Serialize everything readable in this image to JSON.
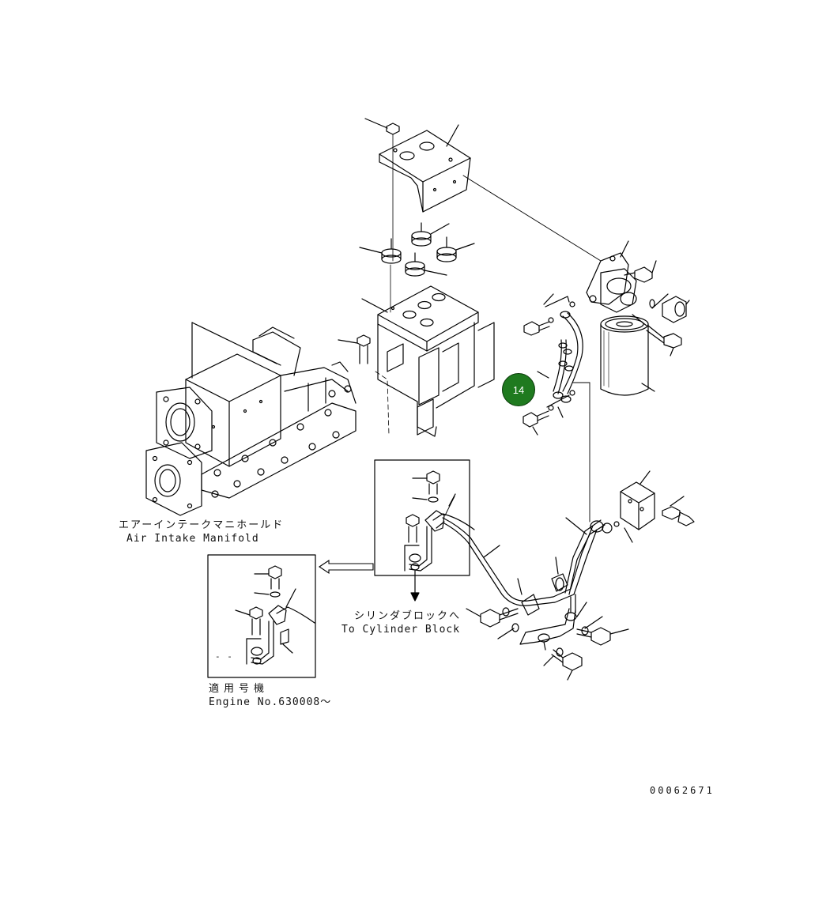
{
  "callout": {
    "number": "14",
    "color": "#1f7a1f"
  },
  "labels": {
    "manifold_jp": "エアーインテークマニホールド",
    "manifold_en": "Air Intake Manifold",
    "cylinder_jp": "シリンダブロックへ",
    "cylinder_en": "To Cylinder Block",
    "serial_jp": "適用号機",
    "serial_en": "Engine No.630008～",
    "drawing_id": "00062671",
    "dash": "- -"
  },
  "colors": {
    "line": "#000000",
    "badge": "#1f7a1f"
  }
}
